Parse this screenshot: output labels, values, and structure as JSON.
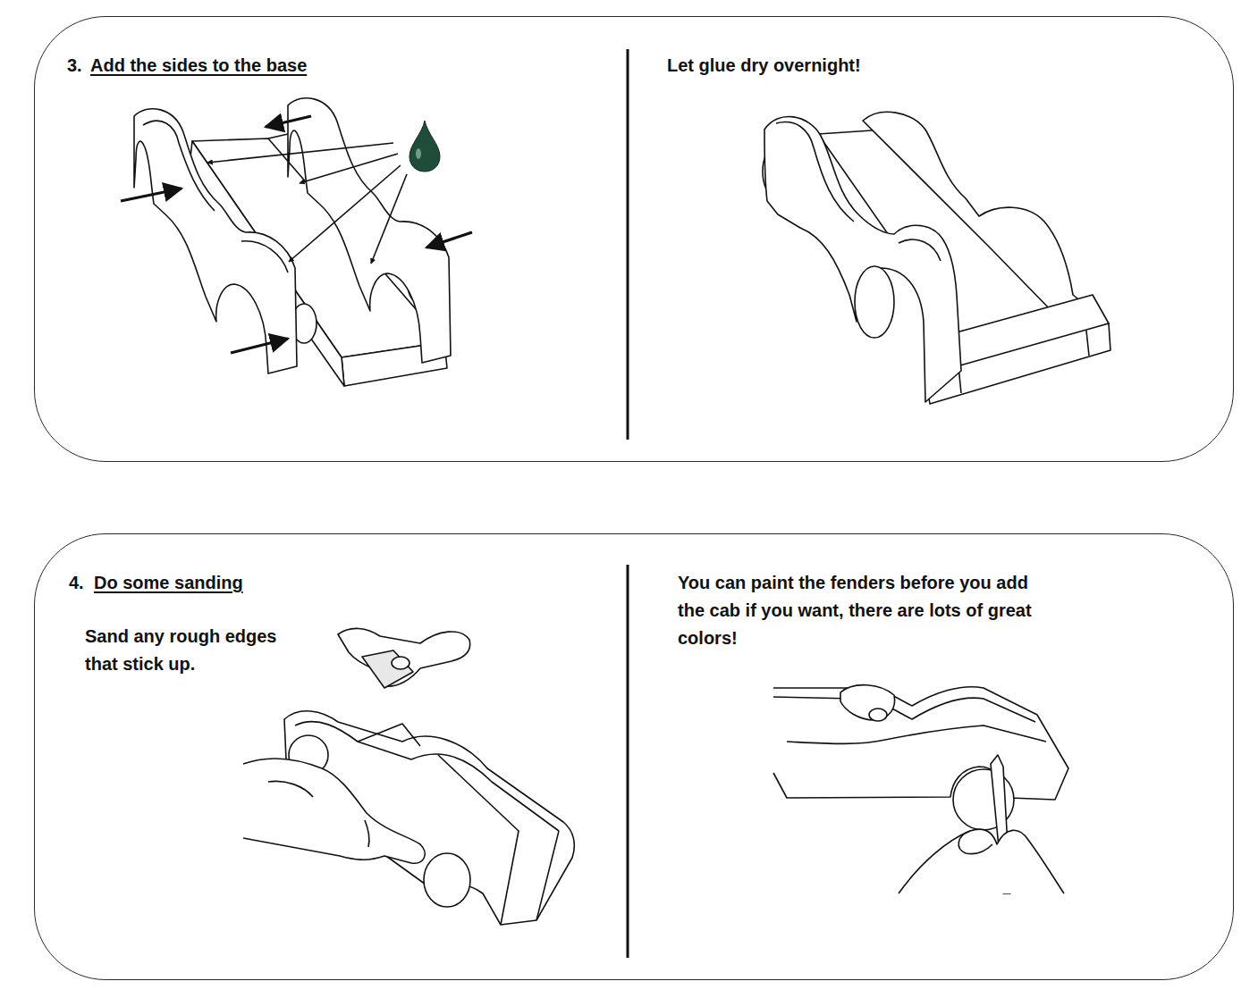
{
  "diagram": {
    "nodes": [
      {
        "text": [
          "3.",
          "Add the sides to the base",
          "Let glue dry overnight!"
        ]
      },
      {
        "text": [
          "4.",
          "Do some sanding",
          "Sand any rough edges that stick up.",
          "You can paint the fenders before you add the cab if you want, there are lots of great colors!"
        ]
      }
    ]
  }
}
